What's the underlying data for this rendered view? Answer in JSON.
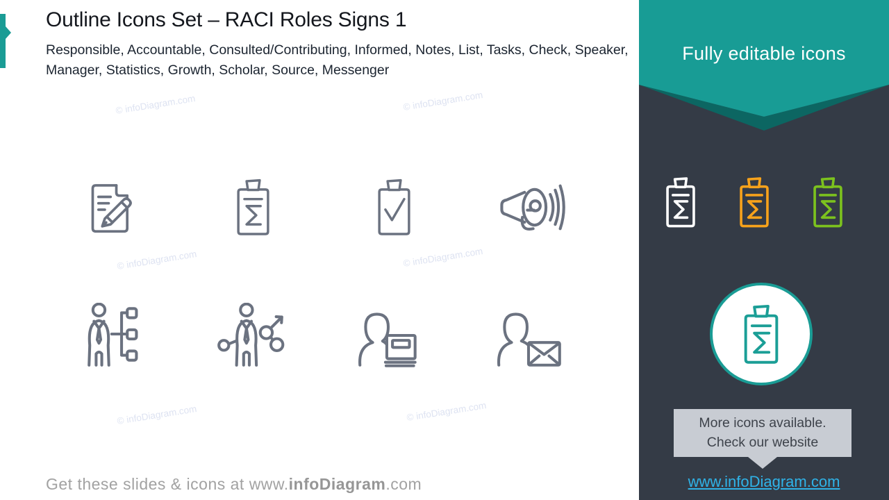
{
  "slide": {
    "title": "Outline Icons Set – RACI Roles Signs 1",
    "subtitle": "Responsible, Accountable, Consulted/Contributing, Informed, Notes, List, Tasks, Check, Speaker, Manager, Statistics, Growth, Scholar, Source, Messenger"
  },
  "watermark": {
    "text": "© infoDiagram.com"
  },
  "icon_grid": {
    "stroke_color": "#6B7280",
    "rows": [
      [
        "document-pencil-notes",
        "clipboard-sum-list",
        "clipboard-check-tasks",
        "megaphone-speaker"
      ],
      [
        "manager-structure",
        "person-network-growth",
        "scholar-book-source",
        "person-mail-messenger"
      ]
    ]
  },
  "side_panel": {
    "panel_color": "#343B46",
    "banner": {
      "label": "Fully editable icons",
      "color": "#189C95",
      "shadow_color": "#0C6662"
    },
    "editable_icon_colors": [
      "#FFFFFF",
      "#F7A21B",
      "#7CC21E"
    ],
    "featured_icon_color": "#1B9E96",
    "tooltip": {
      "line1": "More icons available.",
      "line2": "Check our website"
    },
    "link": {
      "label": "www.infoDiagram.com",
      "color": "#2FB3E8"
    }
  },
  "footer": {
    "prefix": "Get these slides & icons at www.",
    "brand": "infoDiagram",
    "suffix": ".com"
  },
  "colors": {
    "accent": "#1A9C95"
  }
}
